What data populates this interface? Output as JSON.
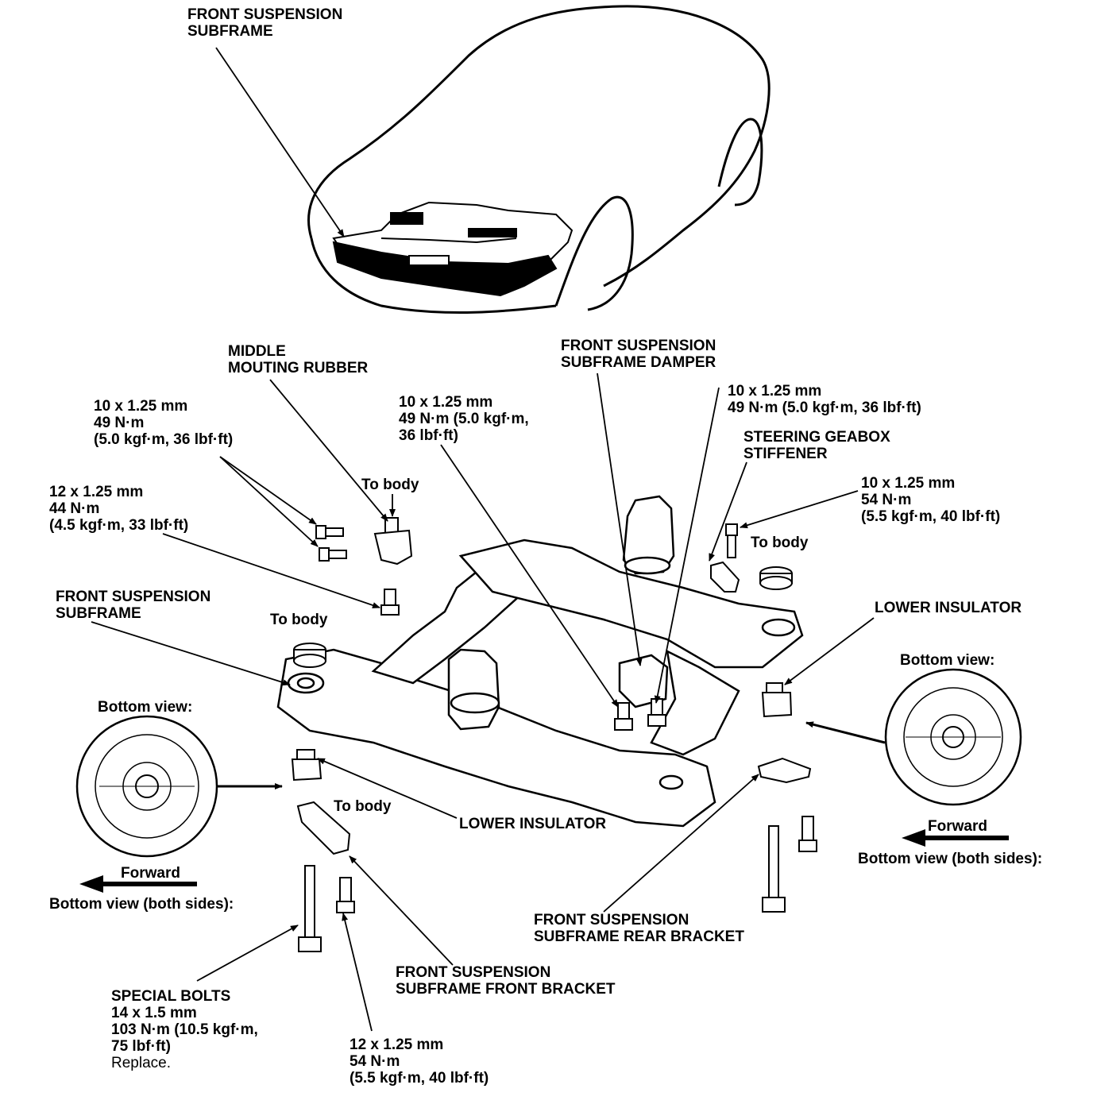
{
  "labels": {
    "car_subframe": [
      "FRONT SUSPENSION",
      "SUBFRAME"
    ],
    "middle_rubber": [
      "MIDDLE",
      "MOUTING RUBBER"
    ],
    "subframe_damper": [
      "FRONT SUSPENSION",
      "SUBFRAME DAMPER"
    ],
    "bolt_left_upper": [
      "10 x 1.25 mm",
      "49 N·m",
      "(5.0 kgf·m, 36 lbf·ft)"
    ],
    "bolt_center": [
      "10 x 1.25 mm",
      "49 N·m (5.0 kgf·m,",
      "36 lbf·ft)"
    ],
    "bolt_damper": [
      "10 x 1.25 mm",
      "49 N·m (5.0 kgf·m, 36 lbf·ft)"
    ],
    "steering_stiffener": [
      "STEERING GEABOX",
      "STIFFENER"
    ],
    "bolt_left_lower": [
      "12 x 1.25 mm",
      "44 N·m",
      "(4.5 kgf·m, 33 lbf·ft)"
    ],
    "bolt_right_upper": [
      "10 x 1.25 mm",
      "54 N·m",
      "(5.5 kgf·m, 40 lbf·ft)"
    ],
    "to_body_middle": "To body",
    "to_body_right": "To body",
    "to_body_left": "To body",
    "to_body_bracket": "To body",
    "subframe_left": [
      "FRONT SUSPENSION",
      "SUBFRAME"
    ],
    "lower_insulator_right": "LOWER INSULATOR",
    "lower_insulator_center": "LOWER INSULATOR",
    "bottom_view_left": "Bottom view:",
    "bottom_view_right": "Bottom view:",
    "forward_left": "Forward",
    "forward_right": "Forward",
    "both_sides_left": "Bottom view (both sides):",
    "both_sides_right": "Bottom view (both sides):",
    "rear_bracket": [
      "FRONT SUSPENSION",
      "SUBFRAME REAR BRACKET"
    ],
    "front_bracket": [
      "FRONT SUSPENSION",
      "SUBFRAME FRONT BRACKET"
    ],
    "special_bolts": [
      "SPECIAL BOLTS",
      "14 x 1.5 mm",
      "103 N·m (10.5 kgf·m,",
      "75 lbf·ft)"
    ],
    "special_bolts_note": "Replace.",
    "bolt_bottom": [
      "12 x 1.25 mm",
      "54 N·m",
      "(5.5 kgf·m, 40 lbf·ft)"
    ]
  }
}
